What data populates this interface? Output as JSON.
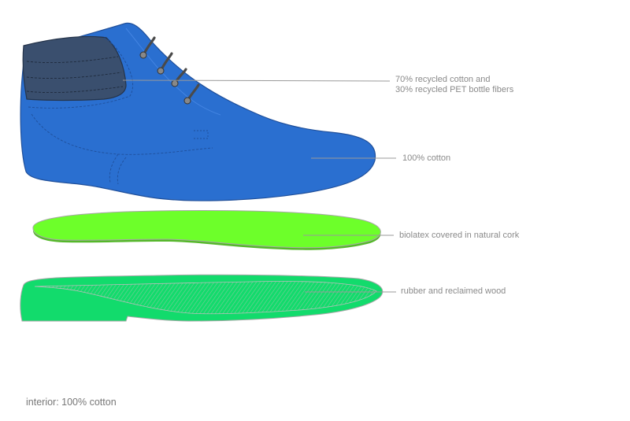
{
  "labels": {
    "collar_line1": "70% recycled cotton and",
    "collar_line2": "30% recycled PET bottle fibers",
    "upper": "100% cotton",
    "insole": "biolatex covered in natural cork",
    "outsole": "rubber and reclaimed wood"
  },
  "footer": "interior: 100% cotton",
  "colors": {
    "upper": "#2a6fd0",
    "collar": "#3a4f6e",
    "insole": "#6dff2a",
    "outsole": "#12db6c",
    "leader": "#9a9a9a",
    "lace": "#4a4a4a"
  }
}
